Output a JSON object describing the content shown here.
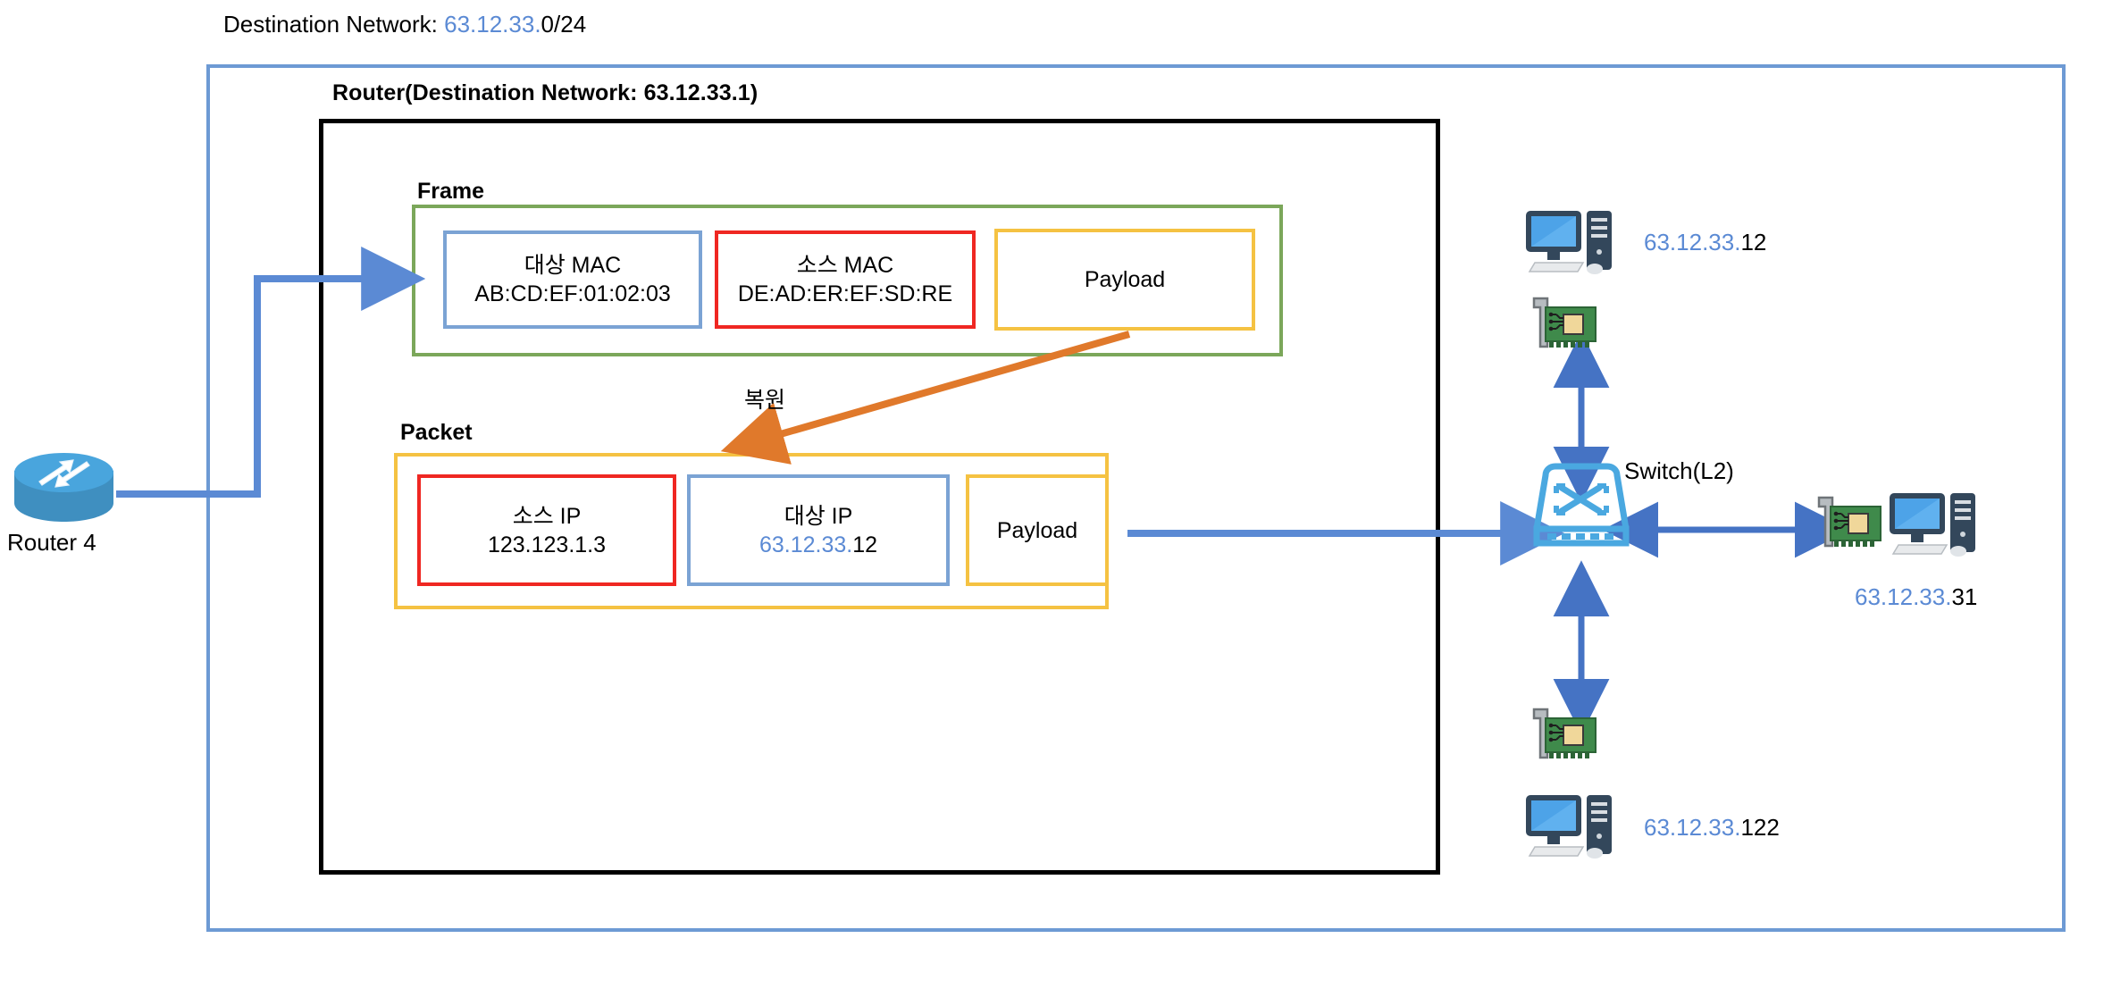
{
  "diagram": {
    "title_prefix": "Destination Network: ",
    "title_network_blue": "63.12.33.",
    "title_network_black": "0/24",
    "router_box_title": "Router(Destination Network: 63.12.33.1)"
  },
  "frame": {
    "label": "Frame",
    "cells": [
      {
        "name": "destination-mac",
        "line1": "대상 MAC",
        "line2": "AB:CD:EF:01:02:03",
        "border": "#7ba3d4"
      },
      {
        "name": "source-mac",
        "line1": "소스 MAC",
        "line2": "DE:AD:ER:EF:SD:RE",
        "border": "#ef2722"
      },
      {
        "name": "payload",
        "line1": "Payload",
        "line2": "",
        "border": "#f5c242"
      }
    ]
  },
  "packet": {
    "label": "Packet",
    "cells": [
      {
        "name": "source-ip",
        "line1": "소스 IP",
        "line2": "123.123.1.3",
        "border": "#ef2722"
      },
      {
        "name": "destination-ip",
        "line1": "대상 IP",
        "line2_blue": "63.12.33.",
        "line2_black": "12",
        "border": "#7ba3d4"
      },
      {
        "name": "payload",
        "line1": "Payload",
        "line2": "",
        "border": "#f5c242"
      }
    ]
  },
  "annotations": {
    "restore": "복원"
  },
  "network": {
    "router_label": "Router 4",
    "switch_label": "Switch(L2)",
    "hosts": [
      {
        "name": "host-top",
        "ip_blue": "63.12.33.",
        "ip_black": "12"
      },
      {
        "name": "host-right",
        "ip_blue": "63.12.33.",
        "ip_black": "31"
      },
      {
        "name": "host-bottom",
        "ip_blue": "63.12.33.",
        "ip_black": "122"
      }
    ]
  },
  "colors": {
    "outer_frame": "#6d9ad4",
    "router_border": "#000000",
    "frame_border": "#7ba75a",
    "packet_border": "#f5c242",
    "blue_arrow": "#5b8ad4",
    "orange_arrow": "#e0792b",
    "ip_blue": "#5b8ad4",
    "switch_blue": "#4aa8e0",
    "nic_green": "#3f8a4b"
  }
}
